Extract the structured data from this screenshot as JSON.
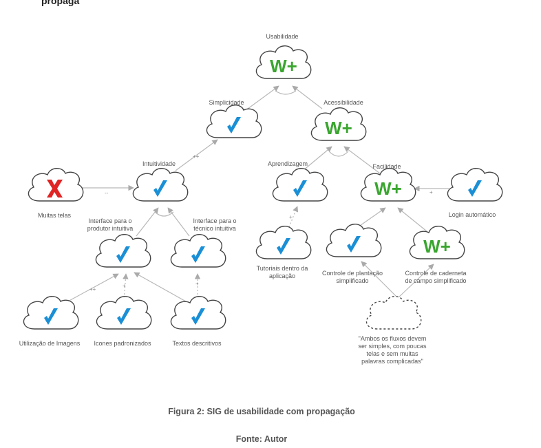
{
  "header_fragment": "propaga",
  "caption": "Figura 2: SIG de usabilidade com propagação",
  "source": "Fonte: Autor",
  "colors": {
    "satisficed": "#1a8fd6",
    "denied": "#e02424",
    "weak_positive": "#3aa62f"
  },
  "nodes": {
    "usabilidade": {
      "label": [
        "Usabilidade"
      ],
      "mark": "W+"
    },
    "simplicidade": {
      "label": [
        "Simplicidade"
      ],
      "mark": "check"
    },
    "acessibilidade": {
      "label": [
        "Acessibilidade"
      ],
      "mark": "W+"
    },
    "intuitividade": {
      "label": [
        "Intuitividade"
      ],
      "mark": "check"
    },
    "aprendizagem": {
      "label": [
        "Aprendizagem"
      ],
      "mark": "check"
    },
    "facilidade": {
      "label": [
        "Facilidade"
      ],
      "mark": "W+"
    },
    "muitas_telas": {
      "label": [
        "Muitas telas"
      ],
      "mark": "x"
    },
    "login": {
      "label": [
        "Login automático"
      ],
      "mark": "check"
    },
    "interface_produtor": {
      "label": [
        "Interface para o",
        "produtor intuitiva"
      ],
      "mark": "check"
    },
    "interface_tecnico": {
      "label": [
        "Interface para o",
        "técnico intuitiva"
      ],
      "mark": "check"
    },
    "tutoriais": {
      "label": [
        "Tutoriais dentro da",
        "aplicação"
      ],
      "mark": "check"
    },
    "controle_plantacao": {
      "label": [
        "Controle de plantação",
        "simplificado"
      ],
      "mark": "check"
    },
    "controle_caderneta": {
      "label": [
        "Controle de caderneta",
        "de campo simplificado"
      ],
      "mark": "W+"
    },
    "imagens": {
      "label": [
        "Utilização de Imagens"
      ],
      "mark": "check"
    },
    "icones": {
      "label": [
        "Icones padronizados"
      ],
      "mark": "check"
    },
    "textos": {
      "label": [
        "Textos descritivos"
      ],
      "mark": "check"
    },
    "claim": {
      "label": [
        "\"Ambos os fluxos devem",
        "ser simples, com poucas",
        "telas e sem muitas",
        "palavras complicadas\""
      ],
      "mark": ""
    }
  },
  "edge_labels": {
    "plusplus": "++",
    "minusminus": "--",
    "plus": "+"
  }
}
